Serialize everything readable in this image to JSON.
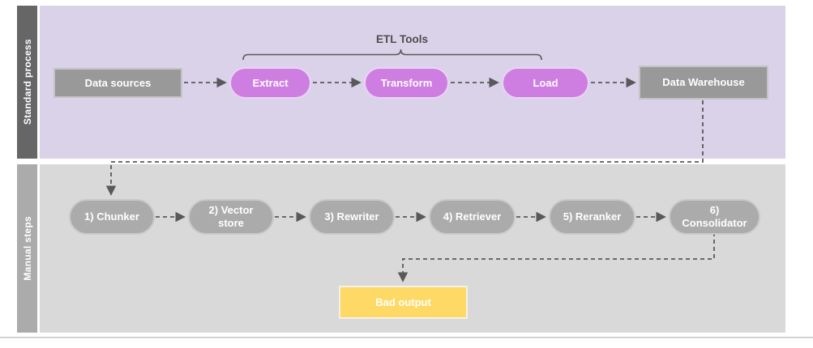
{
  "lanes": {
    "standard": {
      "label": "Standard process"
    },
    "manual": {
      "label": "Manual steps"
    }
  },
  "group_label": "ETL Tools",
  "nodes": {
    "data_sources": {
      "label": "Data sources"
    },
    "extract": {
      "label": "Extract"
    },
    "transform": {
      "label": "Transform"
    },
    "load": {
      "label": "Load"
    },
    "data_warehouse": {
      "label": "Data Warehouse"
    },
    "chunker": {
      "label": "1) Chunker"
    },
    "vector_store": {
      "label": "2) Vector store"
    },
    "rewriter": {
      "label": "3) Rewriter"
    },
    "retriever": {
      "label": "4) Retriever"
    },
    "reranker": {
      "label": "5) Reranker"
    },
    "consolidator": {
      "label": "6) Consolidator"
    },
    "bad_output": {
      "label": "Bad output"
    }
  },
  "colors": {
    "lane1-header": "#666666",
    "lane1-body": "#d9d2e9",
    "lane2-header": "#ababab",
    "lane2-body": "#d9d9d9",
    "pill-purple": "#ce7ee1",
    "node-gray": "#999999",
    "pill-gray": "#ababab",
    "accent-yellow": "#ffd966",
    "line": "#595959"
  }
}
